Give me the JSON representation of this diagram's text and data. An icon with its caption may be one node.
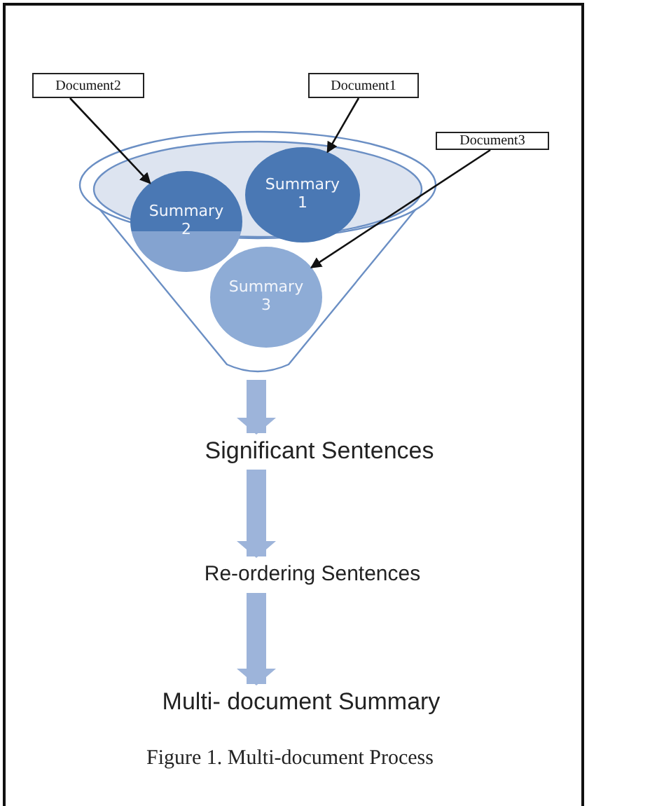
{
  "diagram": {
    "caption": "Figure 1. Multi-document Process",
    "nodes": [
      {
        "text": [
          "Document2"
        ]
      },
      {
        "text": [
          "Document1"
        ]
      },
      {
        "text": [
          "Document3"
        ]
      },
      {
        "text": [],
        "shape": "funnel"
      },
      {
        "text": [
          "Summary 2"
        ]
      },
      {
        "text": [
          "Summary 1"
        ]
      },
      {
        "text": [
          "Summary 3"
        ],
        "in": 3
      },
      {
        "text": [
          "Significant Sentences"
        ]
      },
      {
        "text": [
          "Re-ordering Sentences"
        ]
      },
      {
        "text": [
          "Multi- document Summary"
        ]
      }
    ],
    "edges": [
      {
        "from": 0,
        "to": 4,
        "arrow": "to"
      },
      {
        "from": 1,
        "to": 5,
        "arrow": "to"
      },
      {
        "from": 2,
        "to": 6,
        "arrow": "to"
      },
      {
        "from": 3,
        "to": 7,
        "arrow": "to",
        "style": "thick",
        "color": "#9db4da"
      },
      {
        "from": 7,
        "to": 8,
        "arrow": "to",
        "style": "thick",
        "color": "#9db4da"
      },
      {
        "from": 8,
        "to": 9,
        "arrow": "to",
        "style": "thick",
        "color": "#9db4da"
      }
    ]
  }
}
